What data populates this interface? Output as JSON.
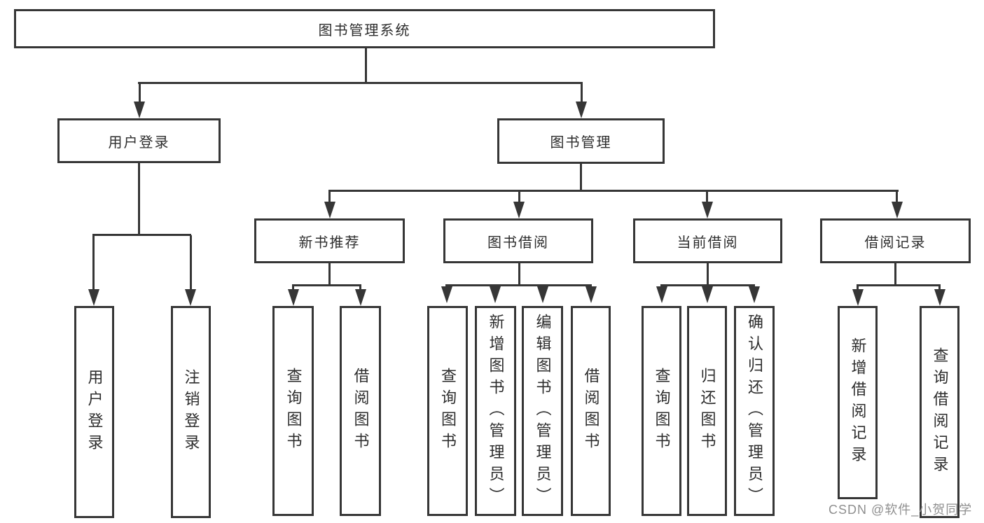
{
  "tree": {
    "root": {
      "label": "图书管理系统"
    },
    "branches": [
      {
        "label": "用户登录",
        "children": [
          {
            "label": "用户登录"
          },
          {
            "label": "注销登录"
          }
        ]
      },
      {
        "label": "图书管理",
        "children": [
          {
            "label": "新书推荐",
            "children": [
              {
                "label": "查询图书"
              },
              {
                "label": "借阅图书"
              }
            ]
          },
          {
            "label": "图书借阅",
            "children": [
              {
                "label": "查询图书"
              },
              {
                "label": "新增图书（管理员）"
              },
              {
                "label": "编辑图书（管理员）"
              },
              {
                "label": "借阅图书"
              }
            ]
          },
          {
            "label": "当前借阅",
            "children": [
              {
                "label": "查询图书"
              },
              {
                "label": "归还图书"
              },
              {
                "label": "确认归还（管理员）"
              }
            ]
          },
          {
            "label": "借阅记录",
            "children": [
              {
                "label": "新增借阅记录"
              },
              {
                "label": "查询借阅记录"
              }
            ]
          }
        ]
      }
    ]
  },
  "watermark": "CSDN @软件_小贺同学",
  "colors": {
    "line": "#363636",
    "text": "#2d2d2d",
    "watermark": "#8f8f8f",
    "background": "#ffffff"
  }
}
